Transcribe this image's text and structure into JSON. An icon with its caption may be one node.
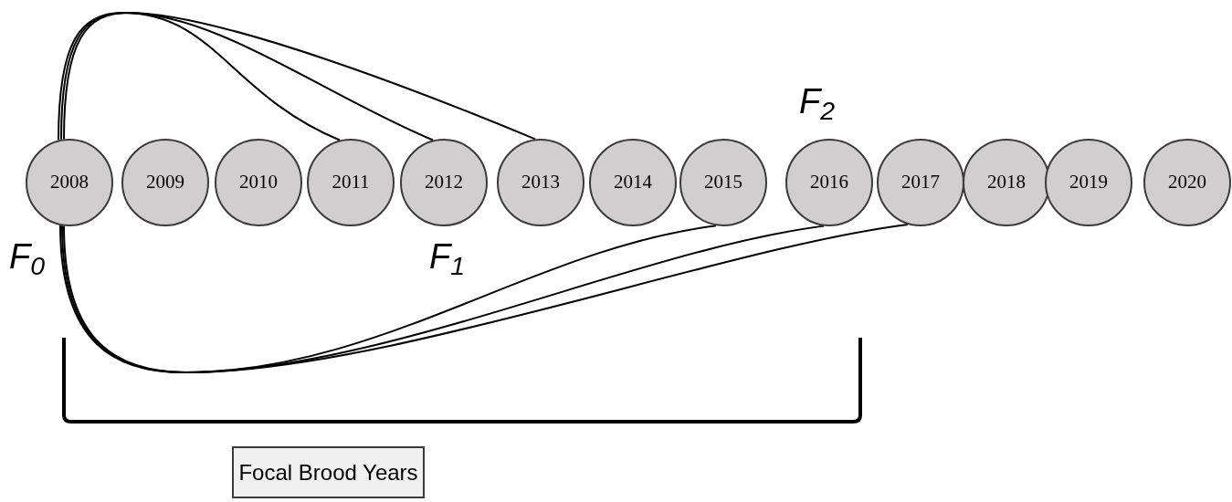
{
  "diagram": {
    "nodes": [
      {
        "text": [
          "2008"
        ]
      },
      {
        "text": [
          "2009"
        ]
      },
      {
        "text": [
          "2010"
        ]
      },
      {
        "text": [
          "2011"
        ]
      },
      {
        "text": [
          "2012"
        ]
      },
      {
        "text": [
          "2013"
        ]
      },
      {
        "text": [
          "2014"
        ]
      },
      {
        "text": [
          "2015"
        ]
      },
      {
        "text": [
          "2016"
        ]
      },
      {
        "text": [
          "2017"
        ]
      },
      {
        "text": [
          "2018"
        ]
      },
      {
        "text": [
          "2019"
        ]
      },
      {
        "text": [
          "2020"
        ]
      },
      {
        "text": [
          "Focal Brood Years"
        ]
      }
    ],
    "edges": [
      {
        "from": 0,
        "to": 3,
        "arrow": "none"
      },
      {
        "from": 0,
        "to": 4,
        "arrow": "none"
      },
      {
        "from": 0,
        "to": 5,
        "arrow": "none"
      },
      {
        "from": 0,
        "to": 7,
        "arrow": "none"
      },
      {
        "from": 0,
        "to": 8,
        "arrow": "none"
      },
      {
        "from": 0,
        "to": 9,
        "arrow": "none"
      }
    ],
    "labels": [
      "F$_{0}$",
      "F$_{1}$",
      "F$_{2}$"
    ]
  }
}
